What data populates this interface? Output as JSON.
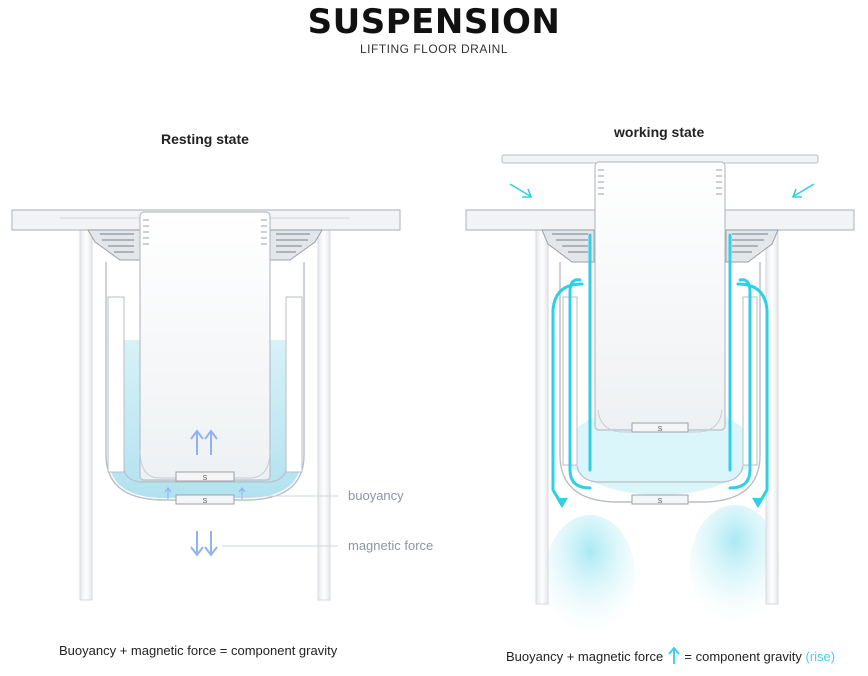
{
  "header": {
    "title": "SUSPENSION",
    "subtitle": "LIFTING FLOOR DRAINL"
  },
  "resting": {
    "label": "Resting state",
    "buoyancy_label": "buoyancy",
    "magnetic_label": "magnetic force",
    "magnet_mark": "S",
    "equation": "Buoyancy + magnetic force = component gravity"
  },
  "working": {
    "label": "working state",
    "magnet_mark": "S",
    "equation_left": "Buoyancy + magnetic force",
    "equation_right": "= component gravity",
    "equation_rise": "(rise)"
  },
  "colors": {
    "water": "#bfe8f2",
    "flow": "#2fd0e6",
    "force_arrow": "#8fb4f0",
    "leader_line": "#cfd6df",
    "outline": "#b9bfc6"
  }
}
